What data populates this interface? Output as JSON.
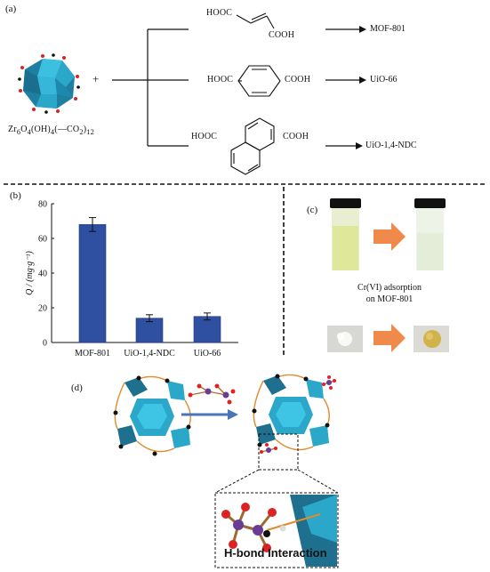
{
  "panels": {
    "a": "(a)",
    "b": "(b)",
    "c": "(c)",
    "d": "(d)"
  },
  "panel_a": {
    "cluster_formula": "Zr6O4(OH)4(—CO2)12",
    "plus": "+",
    "linkers": [
      {
        "left_group": "HOOC",
        "right_group": "COOH",
        "product": "MOF-801"
      },
      {
        "left_group": "HOOC",
        "right_group": "COOH",
        "product": "UiO-66"
      },
      {
        "left_group": "HOOC",
        "right_group": "COOH",
        "product": "UiO-1,4-NDC"
      }
    ]
  },
  "panel_c": {
    "caption_line1": "Cr(VI) adsorption",
    "caption_line2": "on MOF-801"
  },
  "panel_d": {
    "inset_label": "H-bond Interaction"
  },
  "colors": {
    "bar": "#2f4fa0",
    "polyhedron": "#2aa7c9",
    "arrow_orange": "#f08a4b",
    "arrow_blue": "#4a76b8"
  },
  "chart_data": {
    "type": "bar",
    "categories": [
      "MOF-801",
      "UiO-1,4-NDC",
      "UiO-66"
    ],
    "values": [
      68,
      14,
      15
    ],
    "errors": [
      4,
      2,
      2
    ],
    "ylabel": "Q / (mg·g⁻¹)",
    "ylim": [
      0,
      80
    ],
    "yticks": [
      0,
      20,
      40,
      60,
      80
    ]
  }
}
